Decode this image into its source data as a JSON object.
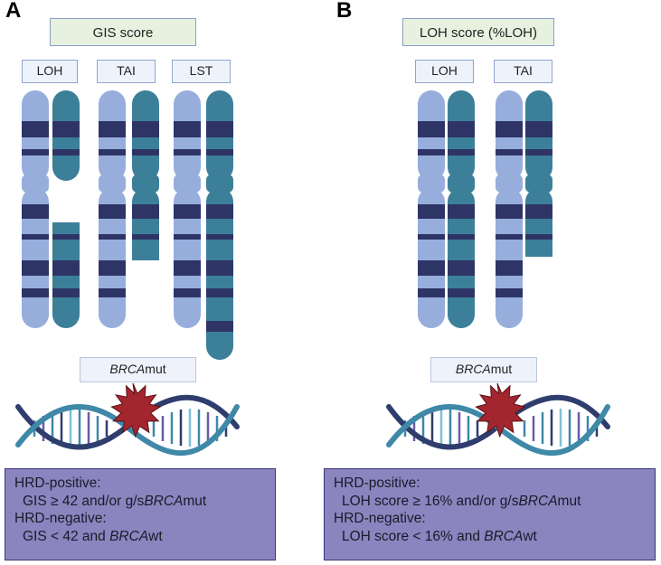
{
  "panel_a": {
    "letter": "A",
    "title": "GIS score",
    "labels": [
      "LOH",
      "TAI",
      "LST"
    ],
    "brca_italic": "BRCA",
    "brca_rest": "mut",
    "legend": {
      "pos_head": "HRD-positive:",
      "pos_a": "GIS ≥ 42 and/or g/s",
      "pos_i": "BRCA",
      "pos_b": "mut",
      "neg_head": "HRD-negative:",
      "neg_a": "GIS < 42 and ",
      "neg_i": "BRCA",
      "neg_b": "wt"
    }
  },
  "panel_b": {
    "letter": "B",
    "title": "LOH score (%LOH)",
    "labels": [
      "LOH",
      "TAI"
    ],
    "brca_italic": "BRCA",
    "brca_rest": "mut",
    "legend": {
      "pos_head": "HRD-positive:",
      "pos_a": "LOH score ≥ 16% and/or g/s",
      "pos_i": "BRCA",
      "pos_b": "mut",
      "neg_head": "HRD-negative:",
      "neg_a": "LOH score < 16% and ",
      "neg_i": "BRCA",
      "neg_b": "wt"
    }
  },
  "colors": {
    "light_chromosome": "#97aedd",
    "dark_chromosome": "#3c7f99",
    "band": "#2e3566",
    "strand_dark": "#2f3d6e",
    "strand_light": "#3f88a8",
    "mutation_star": "#a3262f",
    "legend_fill": "#8b84be"
  }
}
